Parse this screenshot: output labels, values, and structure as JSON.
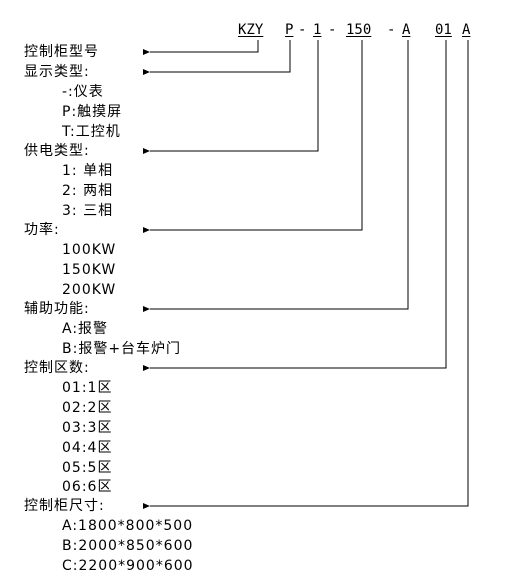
{
  "code": {
    "prefix": "KZY",
    "display": "P",
    "dash1": "-",
    "supply": "1",
    "dash2": "-",
    "power": "150",
    "dash3": "-",
    "aux": "A",
    "zones": "01",
    "size": "A"
  },
  "sections": {
    "cabinet_model": {
      "title": "控制柜型号"
    },
    "display_type": {
      "title": "显示类型:",
      "items": [
        "-:仪表",
        "P:触摸屏",
        "T:工控机"
      ]
    },
    "supply_type": {
      "title": "供电类型:",
      "items": [
        "1: 单相",
        "2: 两相",
        "3: 三相"
      ]
    },
    "power": {
      "title": "功率:",
      "items": [
        "100KW",
        "150KW",
        "200KW"
      ]
    },
    "aux_function": {
      "title": "辅助功能:",
      "items": [
        "A:报警",
        "B:报警+台车炉门"
      ]
    },
    "control_zones": {
      "title": "控制区数:",
      "items": [
        "01:1区",
        "02:2区",
        "03:3区",
        "04:4区",
        "05:5区",
        "06:6区"
      ]
    },
    "cabinet_size": {
      "title": "控制柜尺寸:",
      "items": [
        "A:1800*800*500",
        "B:2000*850*600",
        "C:2200*900*600"
      ]
    }
  }
}
